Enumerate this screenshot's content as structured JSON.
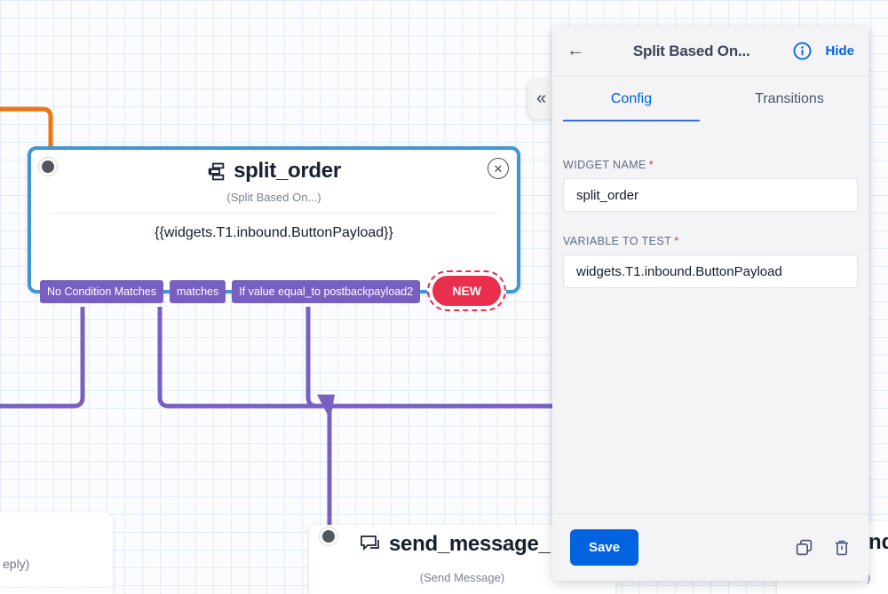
{
  "canvas": {
    "split_widget": {
      "title": "split_order",
      "subtitle": "(Split Based On...)",
      "body": "{{widgets.T1.inbound.ButtonPayload}}",
      "transitions": [
        "No Condition Matches",
        "matches",
        "If value equal_to postbackpayload2"
      ],
      "new_label": "NEW"
    },
    "send_widget": {
      "title": "send_message_",
      "subtitle": "(Send Message)"
    },
    "left_partial_widget": {
      "subtitle_fragment": "eply)"
    },
    "right_partial_widget": {
      "title_fragment": "nd_",
      "subtitle_fragment": ")"
    }
  },
  "panel": {
    "header": {
      "title": "Split Based On...",
      "hide_label": "Hide"
    },
    "tabs": [
      {
        "label": "Config",
        "active": true
      },
      {
        "label": "Transitions",
        "active": false
      }
    ],
    "fields": [
      {
        "label": "WIDGET NAME",
        "required": "*",
        "value": "split_order"
      },
      {
        "label": "VARIABLE TO TEST",
        "required": "*",
        "value": "widgets.T1.inbound.ButtonPayload"
      }
    ],
    "footer": {
      "save_label": "Save"
    }
  },
  "icons": {
    "back": "←",
    "collapse": "«",
    "close": "✕",
    "names": [
      "back-arrow-icon",
      "info-icon",
      "collapse-panel-icon",
      "split-icon",
      "chat-bubble-icon",
      "copy-icon",
      "trash-icon",
      "close-icon",
      "connector-dot"
    ]
  },
  "colors": {
    "accent_blue": "#0263e0",
    "selected_widget_border": "#3e97d1",
    "connector_purple": "#7a5fc2",
    "connector_orange": "#ee7512",
    "new_red": "#ea2e4d",
    "panel_bg": "#f4f4f6"
  }
}
